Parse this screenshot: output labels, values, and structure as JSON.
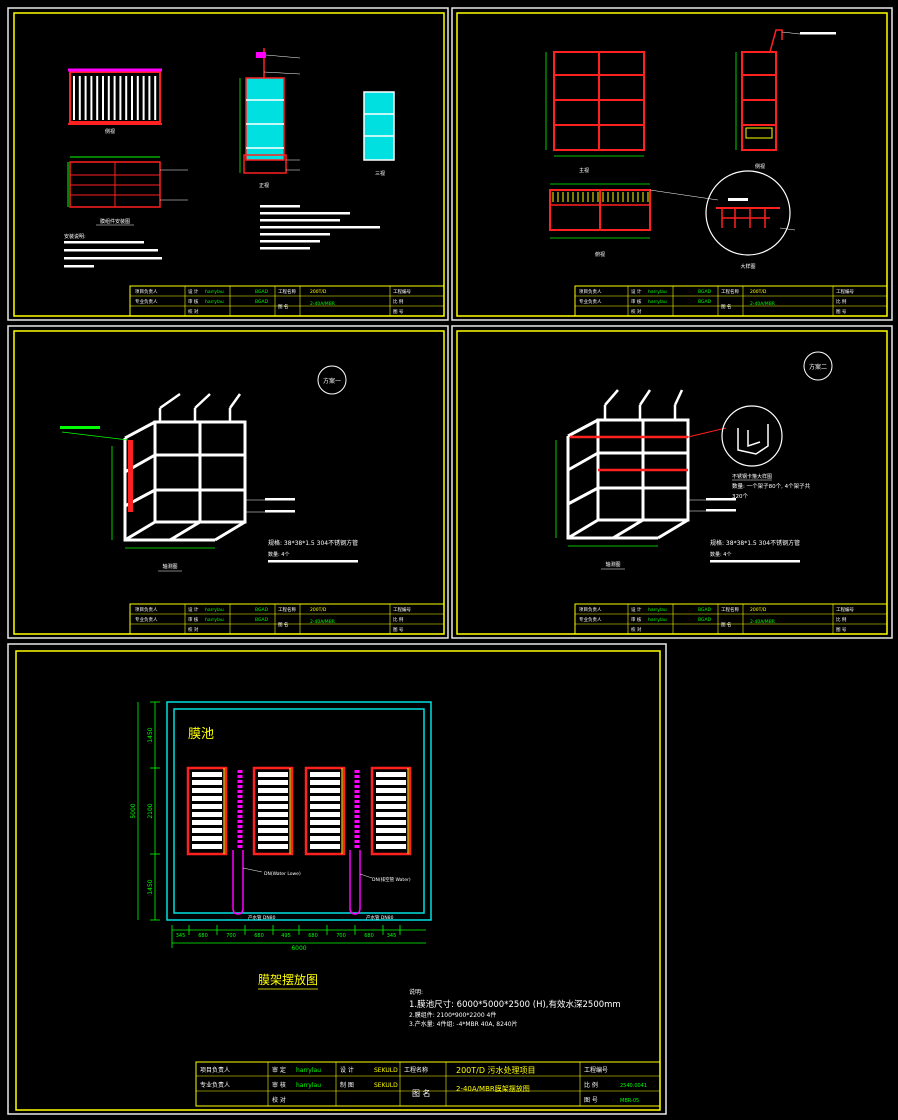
{
  "colors": {
    "background": "#000000",
    "sheet_border": "#e8e8e8",
    "frame": "#ffff00",
    "membrane": "#ff2020",
    "tank": "#00ffff",
    "label": "#ffffff",
    "dimension": "#00ff00",
    "pipe": "#ff00ff"
  },
  "sheets": [
    {
      "title_block": {
        "sheet_title": "200T/D",
        "drawing_name": "2-40A/MBR",
        "role_designer": "设 计",
        "designer": "harrylau",
        "role_checker": "审 核",
        "checker": "harrylau",
        "role_approve": "校 对",
        "org1": "项目负责人",
        "org2": "专业负责人",
        "stamp1": "BGAD",
        "stamp2": "BGAD",
        "project_label": "工程名称",
        "drawing_label": "图 名",
        "no_label": "工程编号",
        "scale_label": "比 例",
        "sheet_label": "图 号"
      },
      "notes_title": "安装说明:",
      "notes": [
        "1.",
        "2.",
        "2."
      ],
      "view_labels": [
        "膜组件安装图",
        "侧视",
        "正视",
        "三视"
      ]
    },
    {
      "title_block": {
        "sheet_title": "200T/D",
        "drawing_name": "2-40A/MBR",
        "role_designer": "设 计",
        "designer": "harrylau",
        "role_checker": "审 核",
        "checker": "harrylau",
        "role_approve": "校 对",
        "org1": "项目负责人",
        "org2": "专业负责人",
        "stamp1": "BGAD",
        "stamp2": "BGAD",
        "project_label": "工程名称",
        "drawing_label": "图 名",
        "no_label": "工程编号",
        "scale_label": "比 例",
        "sheet_label": "图 号"
      },
      "view_labels": [
        "主视",
        "侧视",
        "俯视",
        "大样图"
      ]
    },
    {
      "title_block": {
        "sheet_title": "200T/D",
        "drawing_name": "2-40A/MBR",
        "role_designer": "设 计",
        "designer": "harrylau",
        "role_checker": "审 核",
        "checker": "harrylau",
        "role_approve": "校 对",
        "org1": "项目负责人",
        "org2": "专业负责人",
        "stamp1": "BGAD",
        "stamp2": "BGAD",
        "project_label": "工程名称",
        "drawing_label": "图 名",
        "no_label": "工程编号",
        "scale_label": "比 例",
        "sheet_label": "图 号"
      },
      "scheme": "方案一",
      "spec": "规格: 38*38*1.5  304不锈钢方管",
      "qty": "数量: 4个",
      "view_label": "轴测图"
    },
    {
      "title_block": {
        "sheet_title": "200T/D",
        "drawing_name": "2-40A/MBR",
        "role_designer": "设 计",
        "designer": "harrylau",
        "role_checker": "审 核",
        "checker": "harrylau",
        "role_approve": "校 对",
        "org1": "项目负责人",
        "org2": "专业负责人",
        "stamp1": "BGAD",
        "stamp2": "BGAD",
        "project_label": "工程名称",
        "drawing_label": "图 名",
        "no_label": "工程编号",
        "scale_label": "比 例",
        "sheet_label": "图 号"
      },
      "scheme": "方案二",
      "callout_title": "不锈钢卡箍大样图",
      "callout_line1": "数量: 一个架子80个, 4个架子共",
      "callout_line2": "320个",
      "spec": "规格: 38*38*1.5  304不锈钢方管",
      "qty": "数量: 4个",
      "view_label": "轴测图"
    }
  ],
  "main_sheet": {
    "pool_label": "膜池",
    "drawing_title": "膜架摆放图",
    "dim_left": [
      "1450",
      "2100",
      "1450"
    ],
    "dim_left_total": "5000",
    "dim_bottom": [
      "345",
      "680",
      "700",
      "680",
      "495",
      "680",
      "700",
      "680",
      "345"
    ],
    "dim_bottom_total": "6000",
    "pipe_label_1": "DN(Water Lowe)",
    "pipe_label_2": "DN(排空管 Water)",
    "outlet_label_1": "产水管 DN80",
    "outlet_label_2": "产水管 DN80",
    "notes_title": "说明:",
    "note1": "1.膜池尺寸: 6000*5000*2500 (H),有效水深2500mm",
    "note2": "2.膜组件: 2100*900*2200 4件",
    "note3": "3.产水量: 4件组: -4*MBR 40A, 8240片",
    "title_block": {
      "org1": "项目负责人",
      "org2": "专业负责人",
      "role_designer": "审 定",
      "designer": "harrylau",
      "role_checker": "审 核",
      "checker": "harrylau",
      "role_approve": "校 对",
      "role_design": "设 计",
      "role_draw": "制 图",
      "stamp1": "SEKULD",
      "stamp2": "SEKULD",
      "project_label": "工程名称",
      "sheet_title": "200T/D  污水处理项目",
      "drawing_label": "图 名",
      "drawing_name": "2-40A/MBR膜架摆放图",
      "no_label": "工程编号",
      "scale_label": "比 例",
      "scale_value": "2540.0041",
      "sheet_label": "图 号",
      "sheet_value": "MBR-05"
    }
  }
}
